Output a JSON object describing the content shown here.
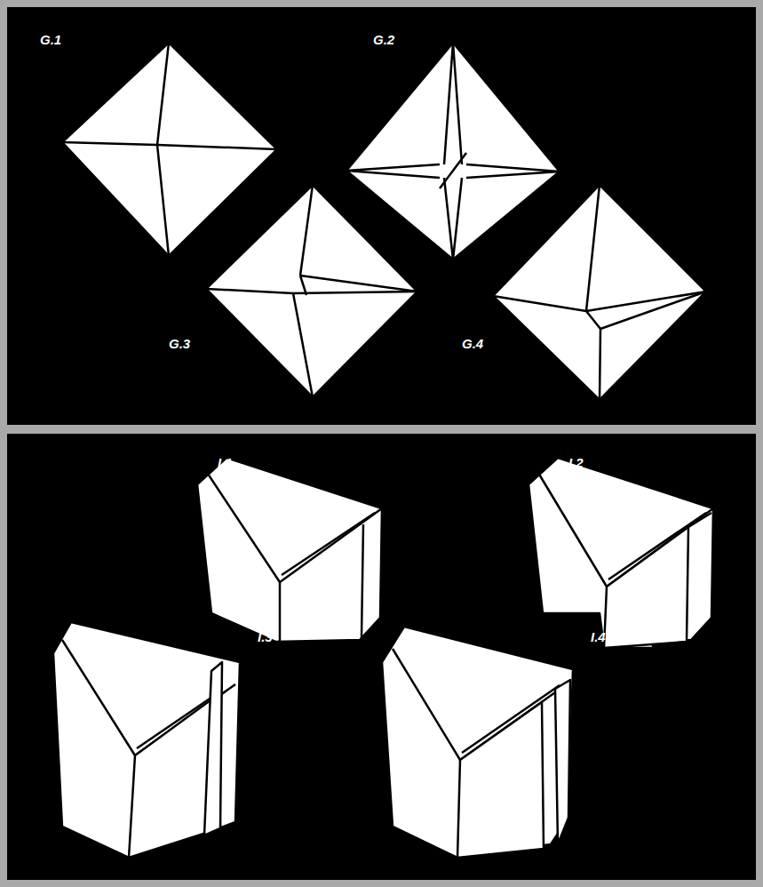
{
  "diagram": {
    "labels": [
      "G.1",
      "G.2",
      "G.3",
      "G.4",
      "I.1",
      "I.2",
      "I.3",
      "I.4"
    ]
  }
}
